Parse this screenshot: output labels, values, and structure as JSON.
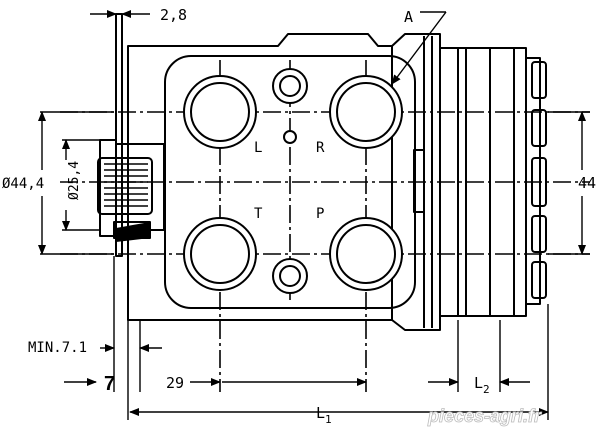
{
  "drawing": {
    "dimensions": {
      "offset_top": "2,8",
      "dia_outer": "Ø44,4",
      "dia_inner": "Ø25,4",
      "min_shaft": "MIN.7.1",
      "spline_len": "7",
      "port_spacing": "29",
      "right_height": "44",
      "len_l1_base": "L",
      "len_l1_sub": "1",
      "len_l2_base": "L",
      "len_l2_sub": "2"
    },
    "callout": "A",
    "ports": {
      "l": "L",
      "r": "R",
      "t": "T",
      "p": "P"
    }
  },
  "watermark": "pieces-agri.fr"
}
